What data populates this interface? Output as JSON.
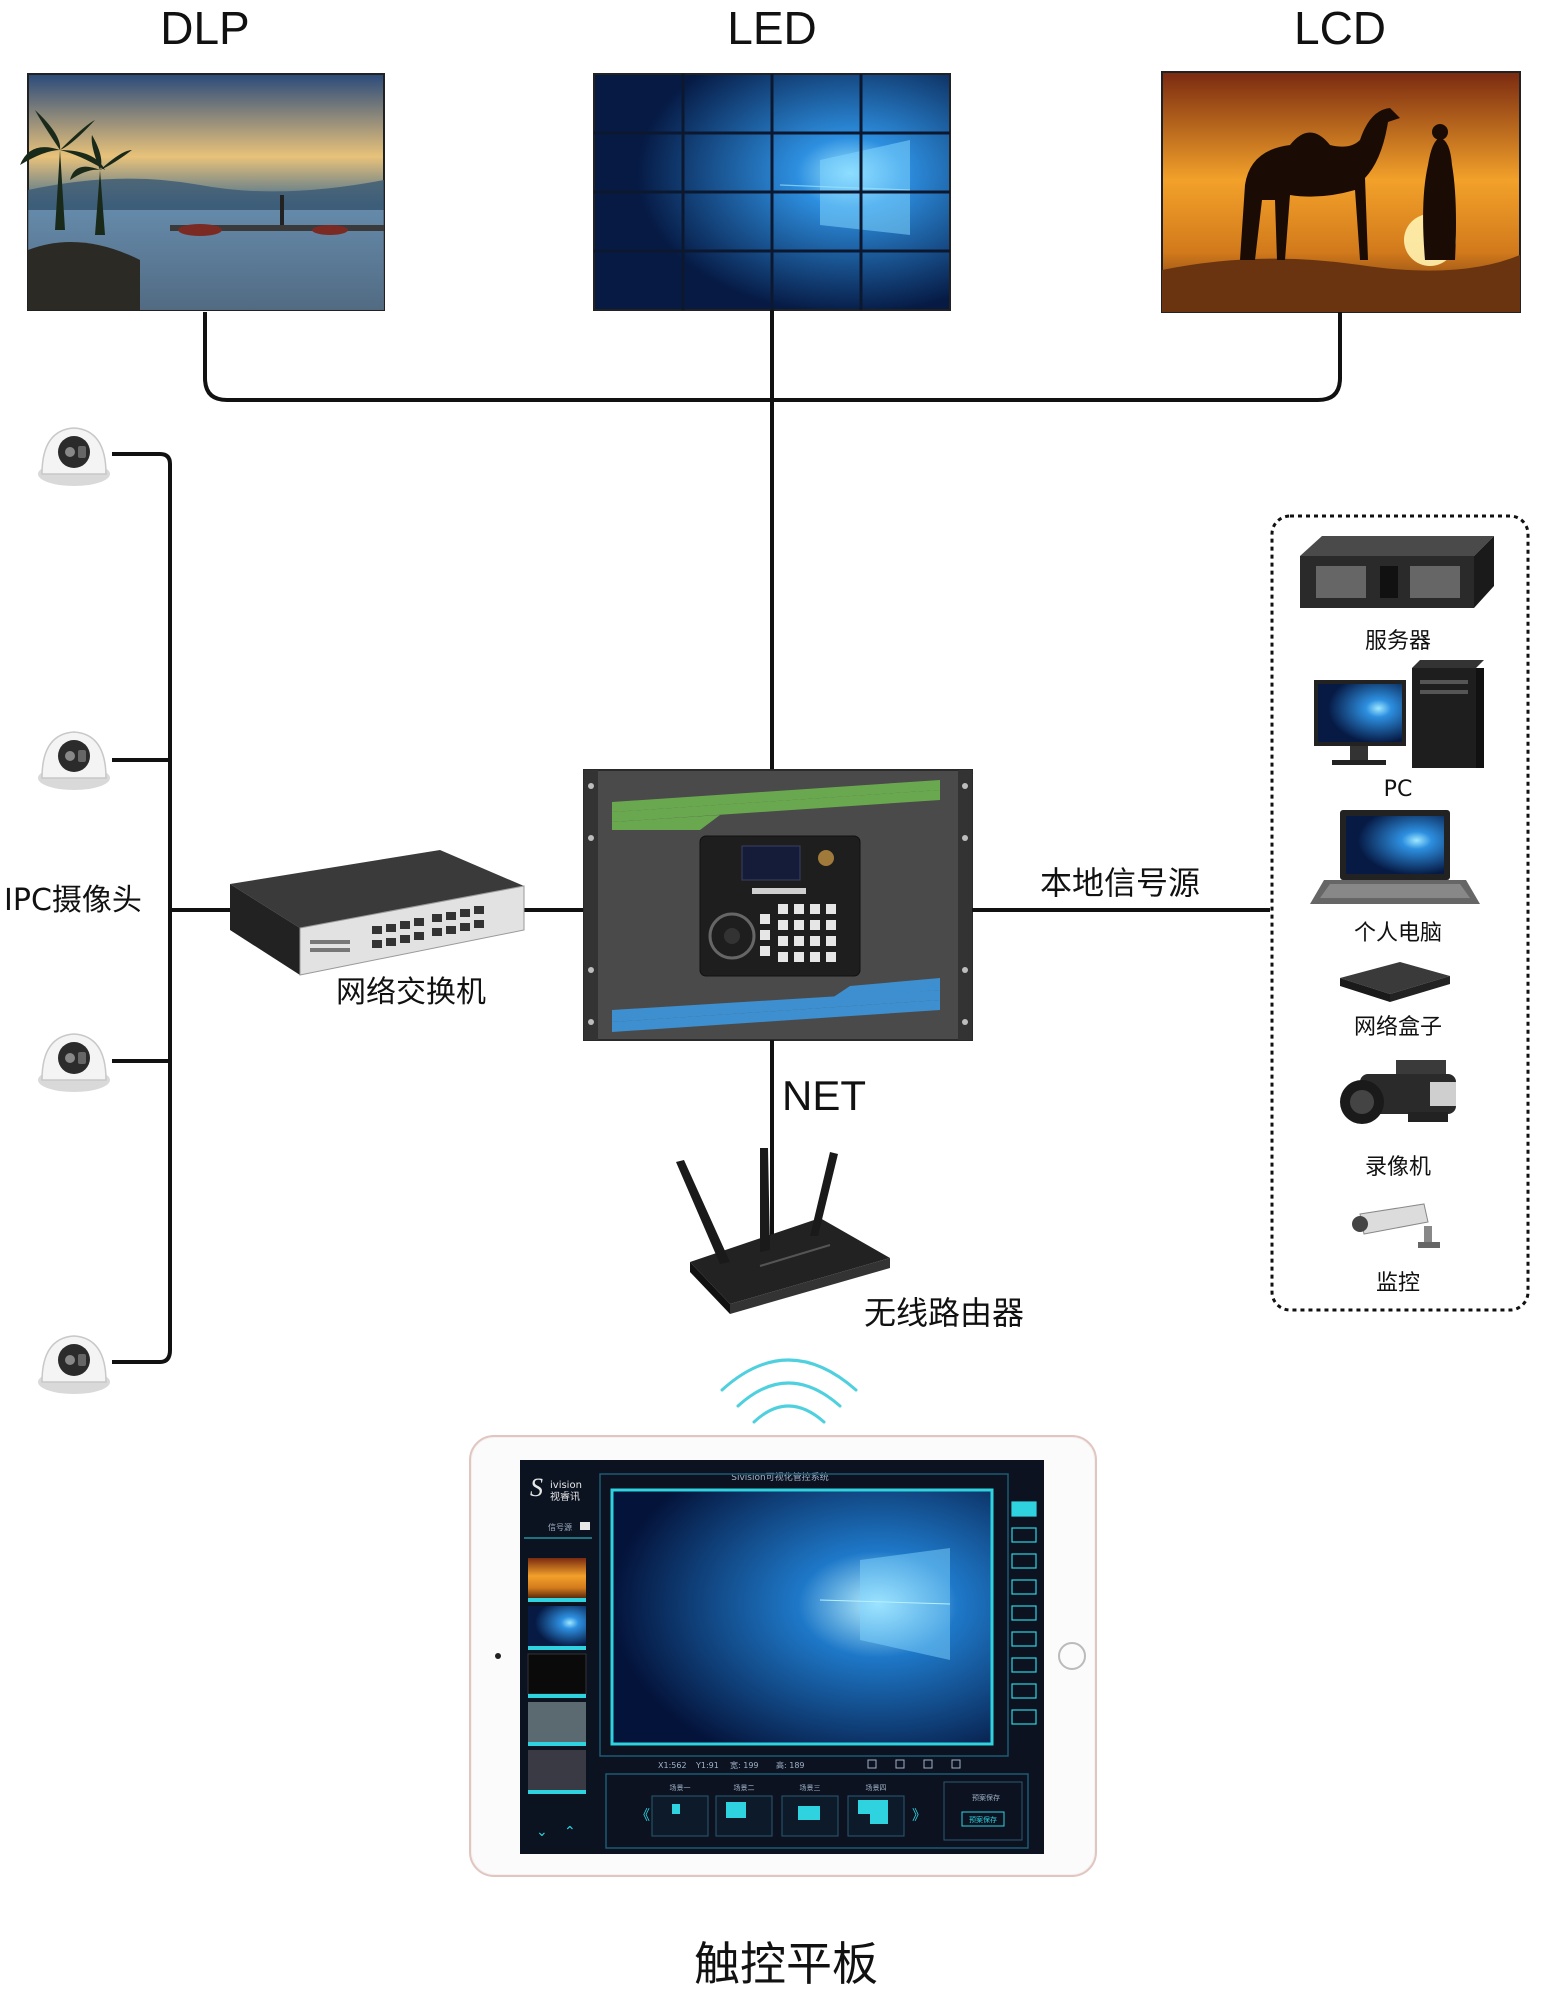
{
  "displays": {
    "dlp": "DLP",
    "led": "LED",
    "lcd": "LCD"
  },
  "left": {
    "ipc_label": "IPC摄像头",
    "switch_label": "网络交换机"
  },
  "center": {
    "net_label": "NET",
    "router_label": "无线路由器",
    "tablet_label": "触控平板"
  },
  "right": {
    "local_source_label": "本地信号源",
    "sources": [
      "服务器",
      "PC",
      "个人电脑",
      "网络盒子",
      "录像机",
      "监控"
    ]
  },
  "tablet_ui": {
    "brand": "ivision",
    "brand_cn": "视睿讯",
    "system_title": "Sivision可视化管控系统",
    "source_tab": "信号源",
    "coords": {
      "x1": "X1:562",
      "y1": "Y1:91",
      "w": "宽: 199",
      "h": "高: 189"
    },
    "scenes": [
      "场景一",
      "场景二",
      "场景三",
      "场景四"
    ],
    "save_plan": "预案保存",
    "save_btn": "预案保存"
  },
  "colors": {
    "line": "#111111",
    "green_band": "#6aa84f",
    "blue_band": "#3d8fcf",
    "cyan": "#2fd3e0"
  }
}
